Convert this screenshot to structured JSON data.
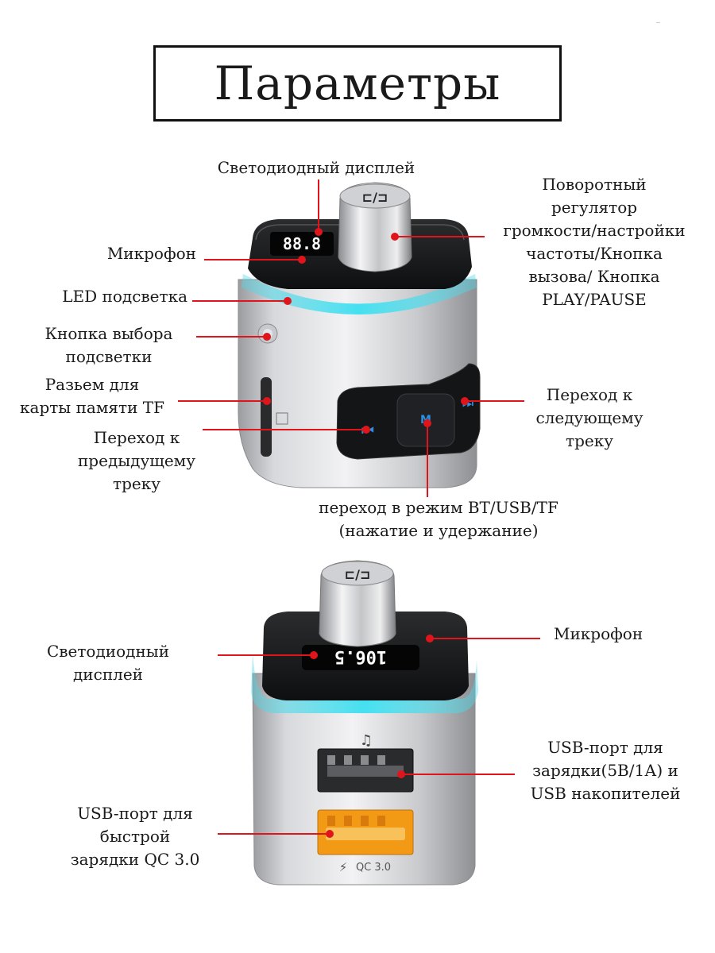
{
  "title": "Параметры",
  "colors": {
    "callout": "#e0151b",
    "accent_glow": "#3fd6e6",
    "text": "#1a1a1a",
    "usb_qc": "#f29a16"
  },
  "top_view": {
    "labels": [
      {
        "id": "led_display",
        "text": "Светодиодный дисплей"
      },
      {
        "id": "knob",
        "text": "Поворотный\nрегулятор\nгромкости/настройки\nчастоты/Кнопка\nвызова/ Кнопка\nPLAY/PAUSE"
      },
      {
        "id": "microphone",
        "text": "Микрофон"
      },
      {
        "id": "led_backlight",
        "text": "LED подсветка"
      },
      {
        "id": "backlight_button",
        "text": "Кнопка выбора\nподсветки"
      },
      {
        "id": "tf_slot",
        "text": "Разьем для\nкарты памяти TF"
      },
      {
        "id": "prev_track",
        "text": "Переход к\nпредыдущему\nтреку"
      },
      {
        "id": "next_track",
        "text": "Переход к\nследующему\nтреку"
      },
      {
        "id": "mode",
        "text": "переход в режим BT/USB/TF\n(нажатие и удержание)"
      }
    ],
    "device": {
      "display_text": "88.8",
      "knob_text": "⊏/⊐",
      "mode_button": "M",
      "prev_symbol": "⏮",
      "next_symbol": "⏭"
    }
  },
  "bottom_view": {
    "labels": [
      {
        "id": "led_display2",
        "text": "Светодиодный\nдисплей"
      },
      {
        "id": "microphone2",
        "text": "Микрофон"
      },
      {
        "id": "usb_port",
        "text": "USB-порт для\nзарядки(5В/1А) и\nUSB накопителей"
      },
      {
        "id": "usb_qc",
        "text": "USB-порт для\nбыстрой\nзарядки QC 3.0"
      }
    ],
    "device": {
      "display_text": "106.5",
      "knob_text": "⊏/⊐",
      "music_icon": "♫",
      "qc_label": "QC 3.0",
      "qc_icon": "⚡"
    }
  },
  "corner_mark": "_"
}
